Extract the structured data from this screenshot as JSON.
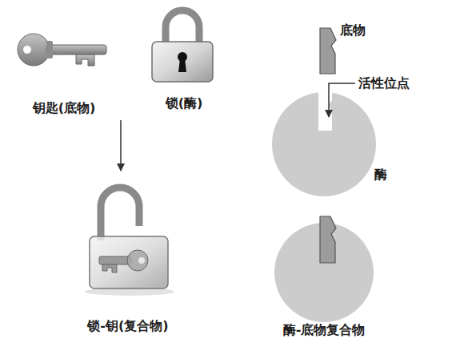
{
  "diagram": {
    "nodes": [
      {
        "text": [
          "钥匙(底物)"
        ]
      },
      {
        "text": [
          "锁(酶)"
        ]
      },
      {
        "text": [
          "锁-钥(复合物)"
        ]
      },
      {
        "text": [
          "底物"
        ]
      },
      {
        "text": [
          "酶"
        ]
      },
      {
        "text": [
          "酶-底物复合物"
        ]
      }
    ],
    "edges": [
      {
        "from": 0,
        "to": 2,
        "arrow": "to"
      }
    ],
    "labels": [
      "活性位点"
    ]
  }
}
